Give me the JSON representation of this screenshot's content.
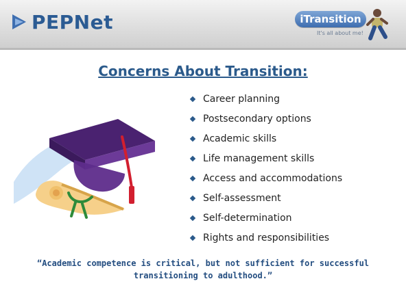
{
  "header": {
    "left_logo": "PEPNet",
    "right_logo": {
      "title": "iTransition",
      "subtitle": "It's all about me!"
    }
  },
  "slide": {
    "title": "Concerns About Transition:",
    "items": [
      "Career planning",
      "Postsecondary options",
      "Academic skills",
      "Life management skills",
      "Access and accommodations",
      "Self-assessment",
      "Self-determination",
      "Rights and responsibilities"
    ],
    "quote": "“Academic competence is critical, but not sufficient for successful transitioning to adulthood.”"
  },
  "colors": {
    "title_blue": "#2b5a8b",
    "logo_blue": "#2b5b93",
    "quote_blue": "#234d80",
    "cap_purple": "#5a2a80",
    "tassel_red": "#d21f2f"
  },
  "icons": {
    "grad_graphic": "graduation-cap-and-diploma",
    "itrans_figure": "walking-person-icon"
  }
}
